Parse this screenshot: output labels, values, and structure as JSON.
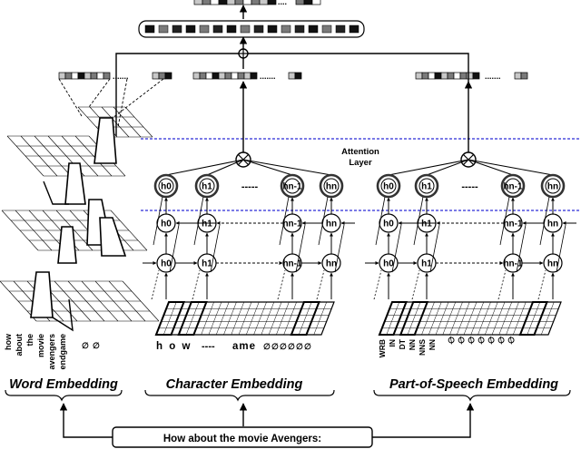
{
  "sections": {
    "word": "Word Embedding",
    "character": "Character Embedding",
    "pos": "Part-of-Speech Embedding"
  },
  "attention_label": [
    "Attention",
    "Layer"
  ],
  "input_sentence": "How about the movie Avengers:",
  "word_tokens": [
    "how",
    "about",
    "the",
    "movie",
    "avengers",
    "endgame"
  ],
  "pad_symbol": "∅",
  "char_sequence": {
    "start": "h o w",
    "dashes": "----",
    "end": "ame"
  },
  "pos_tags": [
    "WRB",
    "IN",
    "DT",
    "NN",
    "NNS",
    "NN"
  ],
  "hidden_nodes": {
    "top": [
      "h0",
      "h1",
      "hn-1",
      "hn"
    ],
    "backward": [
      "h0",
      "h1",
      "hn-1",
      "hn"
    ],
    "forward": [
      "h0",
      "h1",
      "hn-1",
      "hn"
    ]
  },
  "colors": {
    "attention_line": "#2b2bd6",
    "stroke": "#000000",
    "dark_cell": "#111111",
    "mid_cell": "#7a7a7a",
    "light_cell": "#c8c8c8"
  }
}
